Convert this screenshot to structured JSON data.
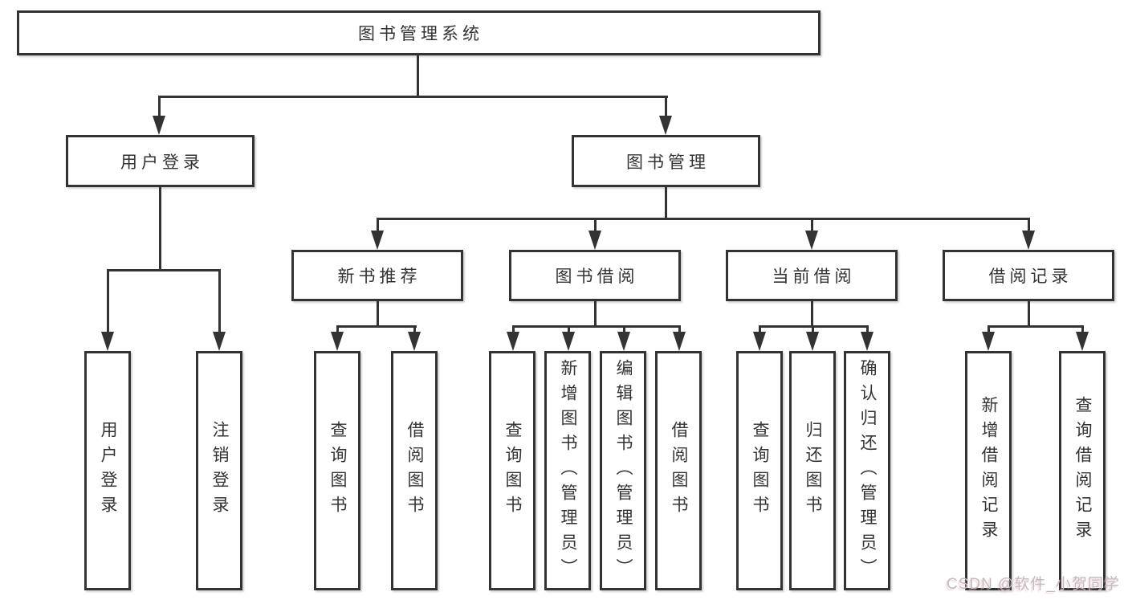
{
  "diagram": {
    "title": "图书管理系统",
    "root": {
      "label": "图书管理系统"
    },
    "level2": [
      {
        "label": "用户登录"
      },
      {
        "label": "图书管理"
      }
    ],
    "level3": [
      {
        "label": "新书推荐"
      },
      {
        "label": "图书借阅"
      },
      {
        "label": "当前借阅"
      },
      {
        "label": "借阅记录"
      }
    ],
    "leaves": {
      "user": [
        "用户登录",
        "注销登录"
      ],
      "recommend": [
        "查询图书",
        "借阅图书"
      ],
      "borrow": [
        "查询图书",
        "新增图书（管理员）",
        "编辑图书（管理员）",
        "借阅图书"
      ],
      "current": [
        "查询图书",
        "归还图书",
        "确认归还（管理员）"
      ],
      "records": [
        "新增借阅记录",
        "查询借阅记录"
      ]
    }
  },
  "watermark": {
    "text": "CSDN @软件_小贺同学"
  },
  "colors": {
    "line": "#333333",
    "box_border": "#333333",
    "box_fill": "#ffffff",
    "text": "#333333",
    "watermark": "#bcbcc1"
  }
}
